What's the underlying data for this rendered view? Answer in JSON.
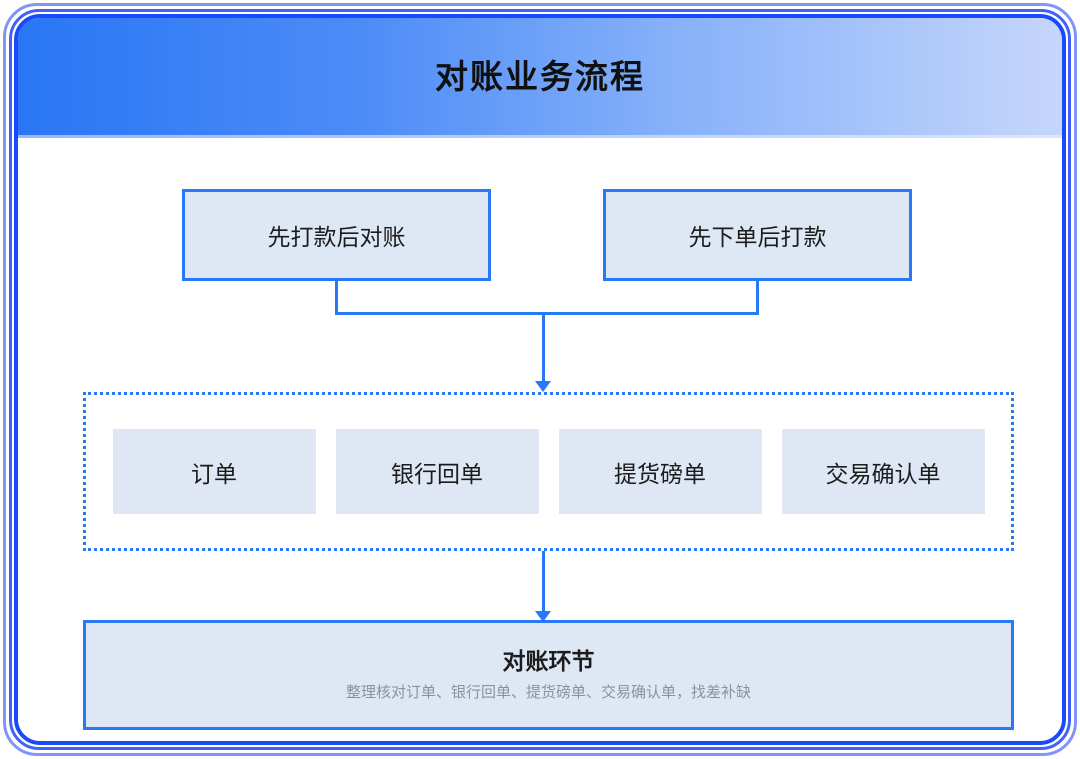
{
  "header": {
    "title": "对账业务流程"
  },
  "colors": {
    "accent_blue": "#2779f6",
    "node_fill": "#dee7f3",
    "frame_blue": "#1a4bfb",
    "header_gradient_start": "#2a76f5",
    "header_gradient_end": "#c6d6fb",
    "subtitle_gray": "#8d9199"
  },
  "flow": {
    "entry_nodes": [
      {
        "label": "先打款后对账"
      },
      {
        "label": "先下单后打款"
      }
    ],
    "document_group": {
      "items": [
        {
          "label": "订单"
        },
        {
          "label": "银行回单"
        },
        {
          "label": "提货磅单"
        },
        {
          "label": "交易确认单"
        }
      ]
    },
    "result_node": {
      "title": "对账环节",
      "subtitle": "整理核对订单、银行回单、提货磅单、交易确认单，找差补缺"
    }
  }
}
